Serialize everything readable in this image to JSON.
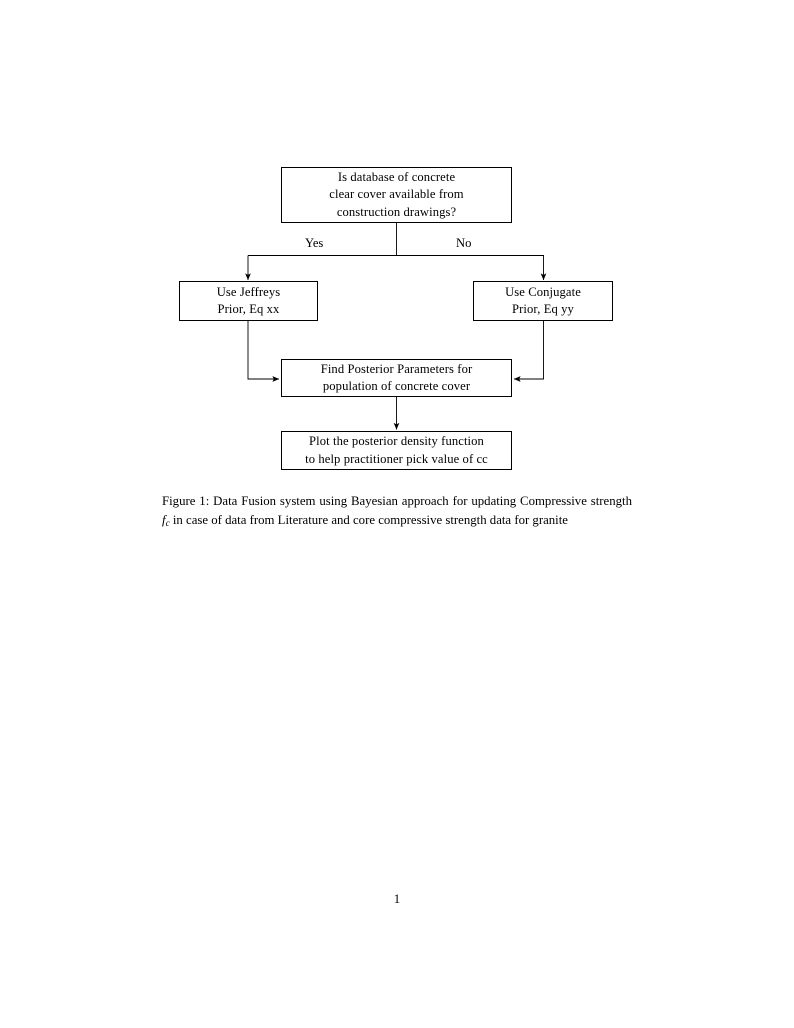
{
  "document": {
    "page_number": "1",
    "background_color": "#ffffff",
    "text_color": "#000000"
  },
  "flowchart": {
    "title": "Data Fusion system flow chart",
    "nodes": [
      {
        "id": "question",
        "lines": [
          "Is database of concrete",
          "clear cover available from",
          "construction drawings?"
        ]
      },
      {
        "id": "jeffreys",
        "lines": [
          "Use Jeffreys",
          "Prior, Eq xx"
        ]
      },
      {
        "id": "conjugate",
        "lines": [
          "Use Conjugate",
          "Prior, Eq yy"
        ]
      },
      {
        "id": "posterior",
        "lines": [
          "Find Posterior Parameters for",
          "population of concrete cover"
        ]
      },
      {
        "id": "plot",
        "lines": [
          "Plot the posterior density function",
          "to help practitioner pick value of cc"
        ]
      }
    ],
    "edge_labels": {
      "yes": "Yes",
      "no": "No"
    },
    "line_color": "#000000"
  },
  "caption": {
    "label": "Figure 1:",
    "text_before_math": " Data Fusion system using Bayesian approach for updating Compressive strength ",
    "math_base": "f",
    "math_sub": "c",
    "text_after_math": " in case of data from Literature and core compressive strength data for granite"
  }
}
